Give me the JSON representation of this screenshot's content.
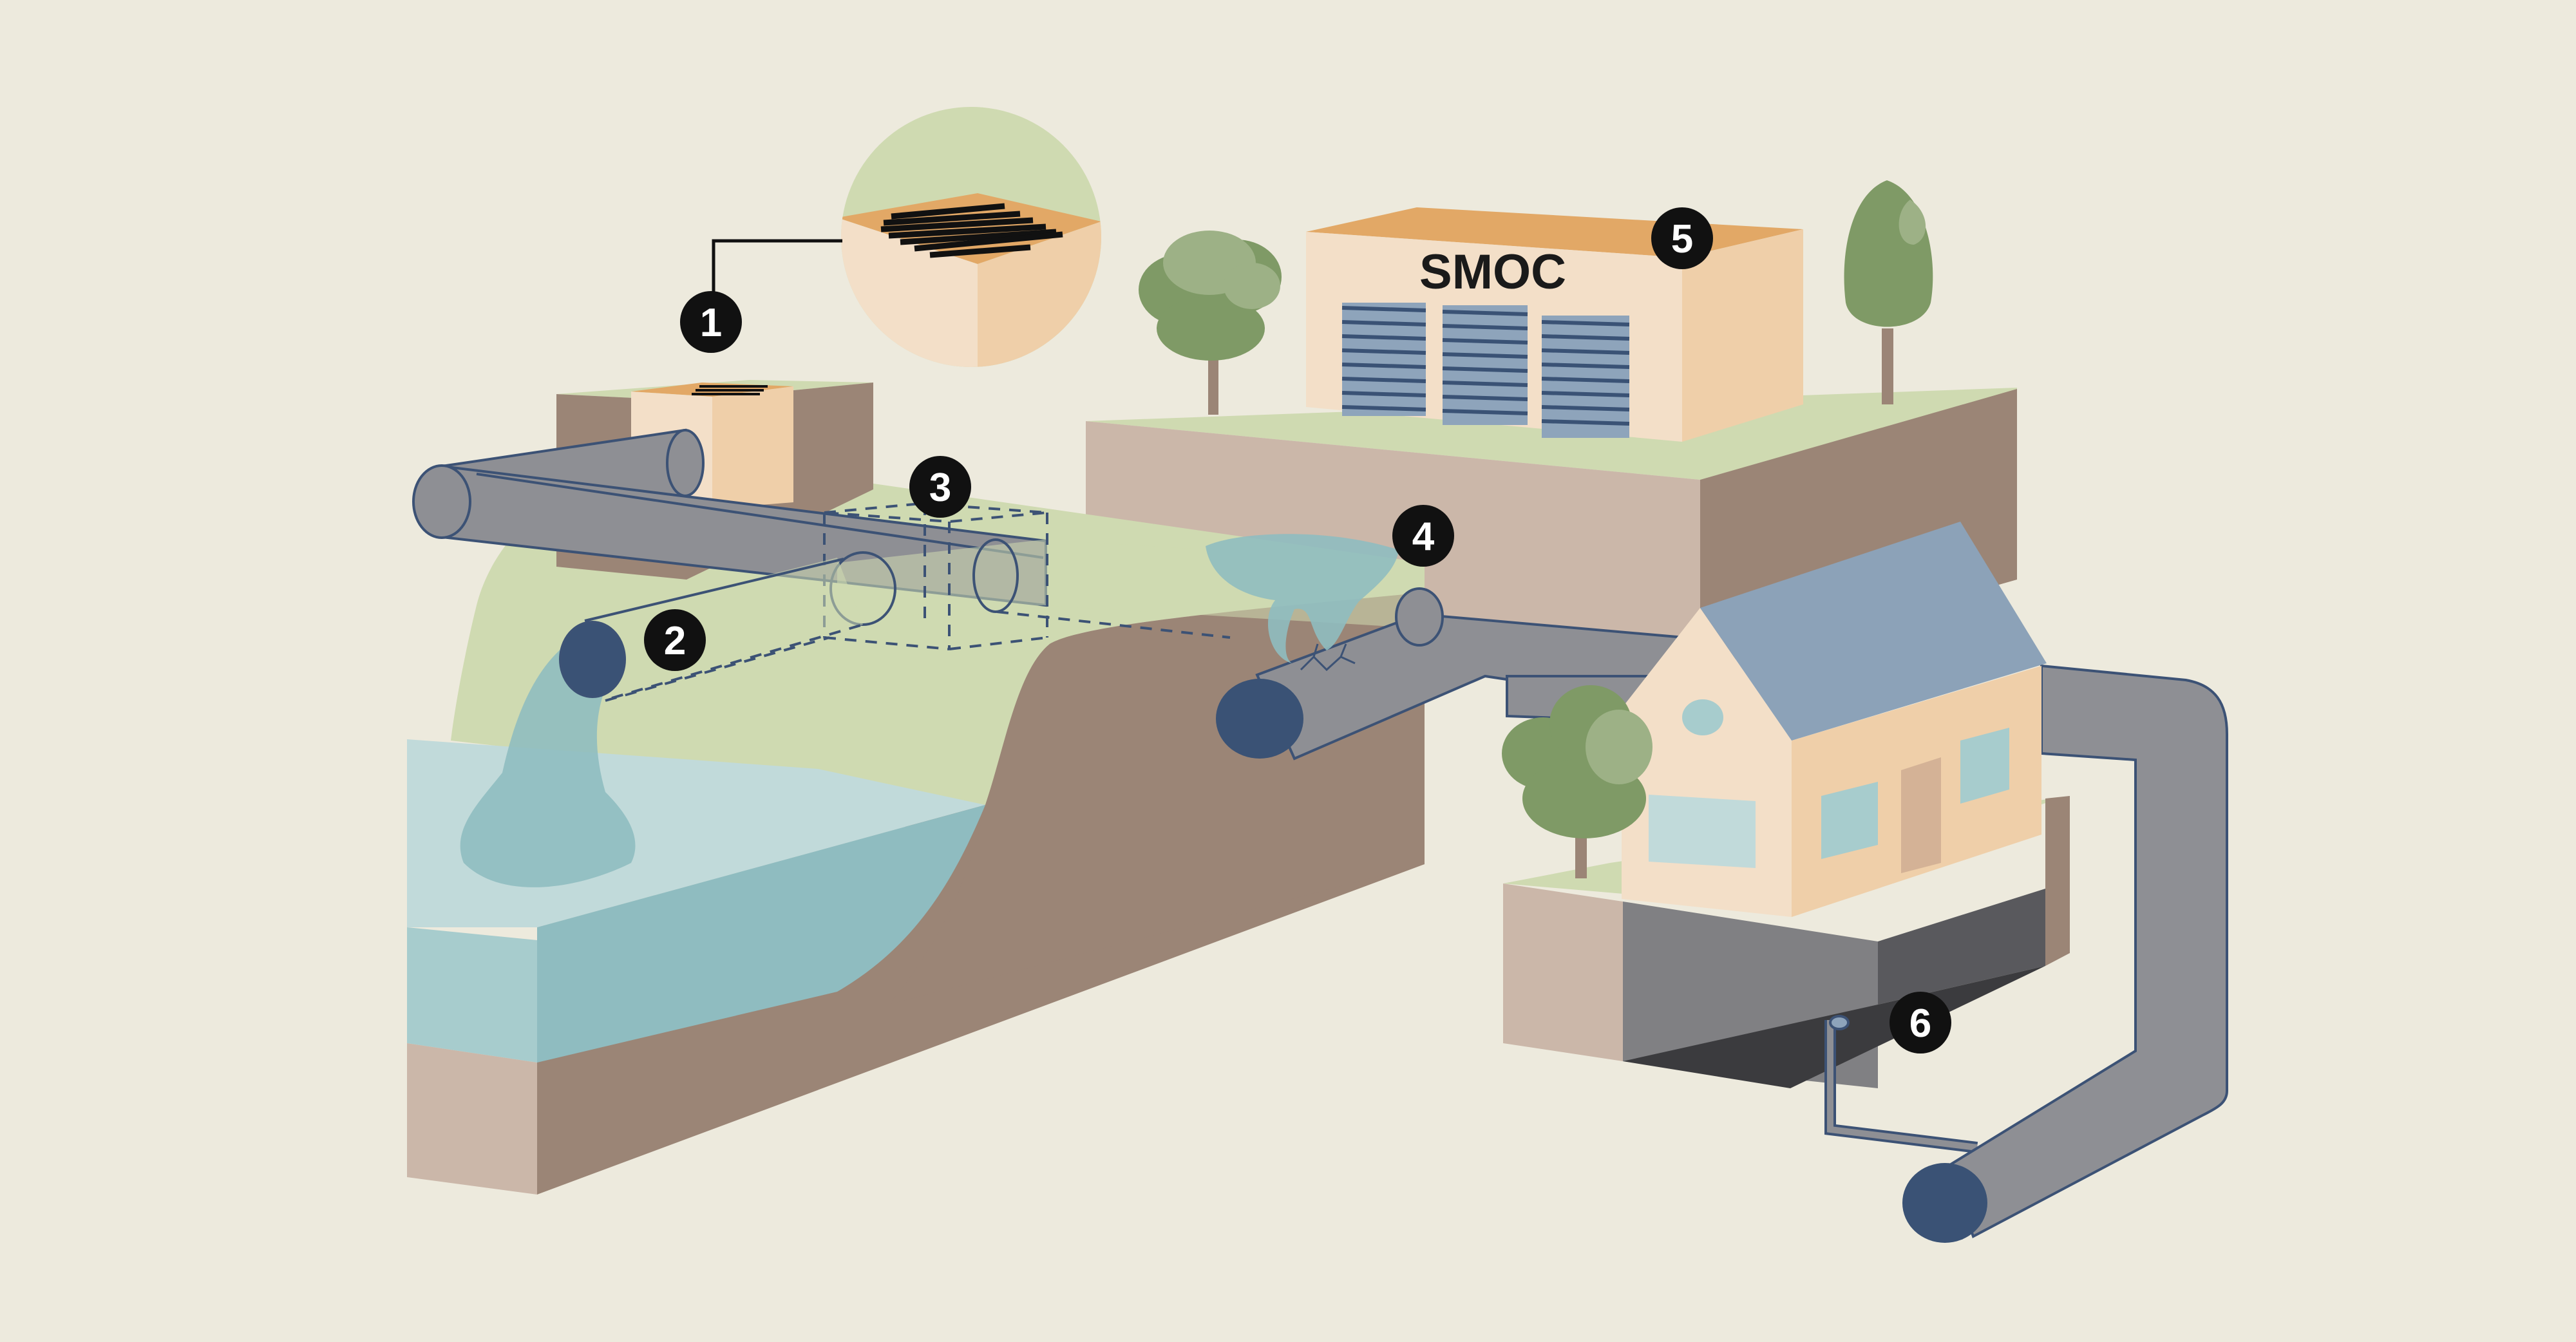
{
  "sign": {
    "text": "SMOC"
  },
  "markers": [
    {
      "id": 1,
      "label": "1"
    },
    {
      "id": 2,
      "label": "2"
    },
    {
      "id": 3,
      "label": "3"
    },
    {
      "id": 4,
      "label": "4"
    },
    {
      "id": 5,
      "label": "5"
    },
    {
      "id": 6,
      "label": "6"
    }
  ],
  "colors": {
    "background": "#edeadd",
    "pipe": "#8e8f94",
    "pipe_outline": "#3c5275",
    "pipe_opening": "#3a5275",
    "water": "#8fbcc0",
    "grass": "#cfdab1",
    "soil_light": "#cbb7a9",
    "soil_dark": "#9b8576",
    "building": "#f3dfc8",
    "roof_accent": "#e2a866",
    "house_roof": "#8ca2b8",
    "tree_foliage": "#7f9a66",
    "marker": "#111111"
  }
}
